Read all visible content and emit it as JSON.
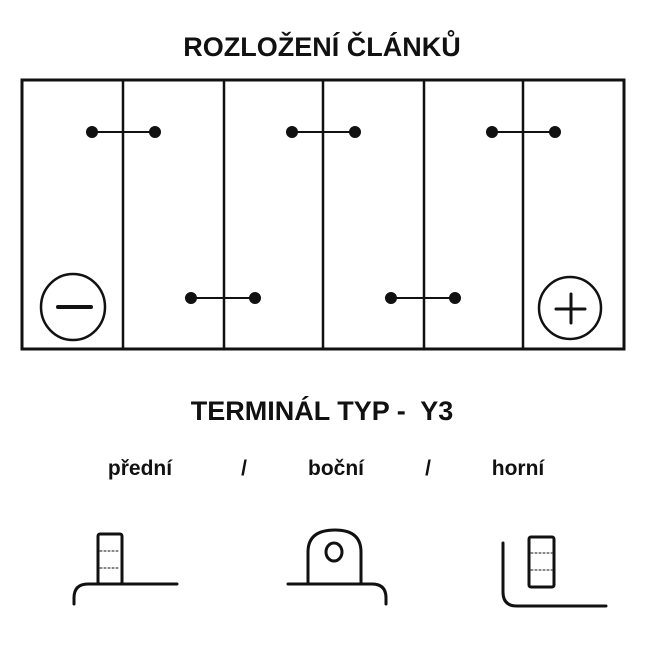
{
  "title": "ROZLOŽENÍ ČLÁNKŮ",
  "terminal_title": "TERMINÁL TYP -  Y3",
  "terminal_labels": [
    "přední",
    "/",
    "boční",
    "/",
    "horní"
  ],
  "polarity": {
    "left": "minus",
    "right": "plus"
  },
  "cell_count": 6
}
